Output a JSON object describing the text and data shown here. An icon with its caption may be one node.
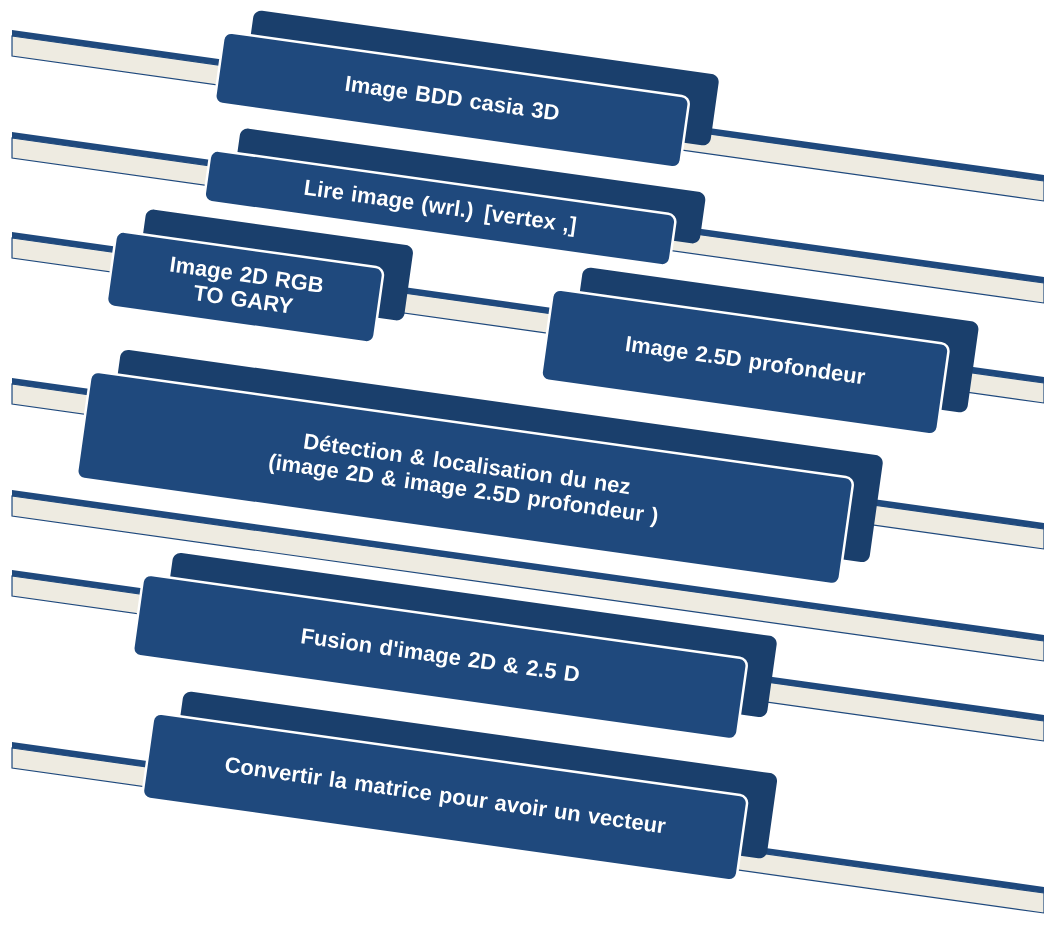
{
  "diagram": {
    "nodes": [
      {
        "text": [
          "Image BDD casia 3D"
        ]
      },
      {
        "text": [
          "Lire image (wrl.) [vertex ,]"
        ]
      },
      {
        "text": [
          "Image 2D RGB TO GARY"
        ]
      },
      {
        "text": [
          "Image 2.5D profondeur"
        ]
      },
      {
        "text": [
          "Détection & localisation du nez (image 2D & image 2.5D profondeur )"
        ]
      },
      {
        "text": [
          "Fusion d'image 2D & 2.5 D"
        ]
      },
      {
        "text": [
          "Convertir la matrice pour avoir un vecteur"
        ]
      }
    ]
  }
}
